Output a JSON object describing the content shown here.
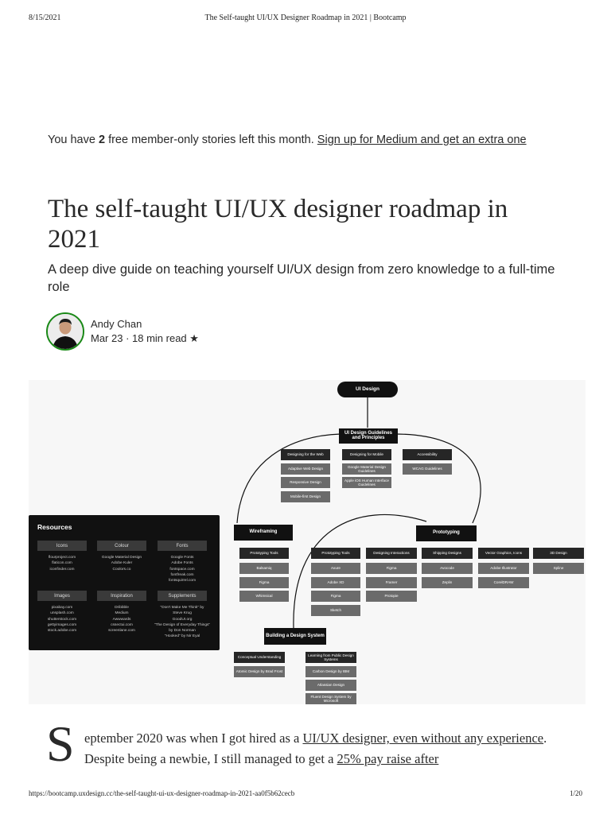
{
  "print": {
    "date": "8/15/2021",
    "title": "The Self-taught UI/UX Designer Roadmap in 2021 | Bootcamp",
    "url": "https://bootcamp.uxdesign.cc/the-self-taught-ui-ux-designer-roadmap-in-2021-aa0f5b62cecb",
    "page": "1/20"
  },
  "banner": {
    "before": "You have ",
    "count": "2",
    "after": " free member-only stories left this month. ",
    "link": "Sign up for Medium and get an extra one"
  },
  "article": {
    "title": "The self-taught UI/UX designer roadmap in 2021",
    "subtitle": "A deep dive guide on teaching yourself UI/UX design from zero knowledge to a full-time role",
    "author": "Andy Chan",
    "meta": "Mar 23 · 18 min read",
    "star": "★",
    "dropcap": "S",
    "body": {
      "t1": "eptember 2020 was when I got hired as a ",
      "l1": "UI/UX designer, even without any experience",
      "t2": ". Despite being a newbie, I still managed to get a ",
      "l2": "25% pay raise after"
    }
  },
  "diagram": {
    "root": "UI Design",
    "guidelines": "UI Design Guidelines and Principles",
    "g_col1": [
      "Designing for the Web",
      "Adaptive Web Design",
      "Responsive Design",
      "Mobile-first Design"
    ],
    "g_col2": [
      "Designing for Mobile",
      "Google Material Design Guidelines",
      "Apple iOS Human Interface Guidelines"
    ],
    "g_col3": [
      "Accessibility",
      "WCAG Guidelines"
    ],
    "wireframing": "Wireframing",
    "prototyping": "Prototyping",
    "w_col": [
      "Prototyping Tools",
      "Balsamiq",
      "Figma",
      "Whimsical"
    ],
    "p_cols": [
      [
        "Prototyping Tools",
        "Axure",
        "Adobe XD",
        "Figma",
        "Sketch"
      ],
      [
        "Designing Interactions",
        "Figma",
        "Framer",
        "Protopie"
      ],
      [
        "Shipping Designs",
        "Avocode",
        "Zeplin"
      ],
      [
        "Vector Graphics, Icons",
        "Adobe Illustrator",
        "CorelDRAW"
      ],
      [
        "3D Design",
        "Spline"
      ]
    ],
    "building": "Building a Design System",
    "b_col1": [
      "Conceptual Understanding",
      "Atomic Design by Brad Frost"
    ],
    "b_col2": [
      "Learning from Public Design Systems",
      "Carbon Design by IBM",
      "Atlassian Design",
      "Fluent Design System by Microsoft"
    ],
    "resources": {
      "title": "Resources",
      "groups": [
        {
          "label": "Icons",
          "items": "flourproject.com\nflaticon.com\niconfinder.com"
        },
        {
          "label": "Colour",
          "items": "Google Material Design\nAdobe Kuler\nCoolors.co"
        },
        {
          "label": "Fonts",
          "items": "Google Fonts\nAdobe Fonts\nfontspace.com\nfontfreak.com\nfontsquirrel.com"
        },
        {
          "label": "Images",
          "items": "pixabay.com\nunsplash.com\nshutterstock.com\ngettyimages.com\nstock.adobe.com"
        },
        {
          "label": "Inspiration",
          "items": "Dribbble\nMedium\nAwwwards\ncssectui.com\nscreenlane.com"
        },
        {
          "label": "Supplements",
          "items": "\"Don't Make Me Think\" by\nSteve Krug\nGoodUI.org\n\"The Design of Everyday Things\"\nby Don Norman\n\"Hooked\" by Nir Eyal"
        }
      ]
    }
  },
  "colors": {
    "text": "#292929",
    "avatar_ring": "#1a8917",
    "node": "#6b6b6b",
    "node_dark": "#111111"
  }
}
